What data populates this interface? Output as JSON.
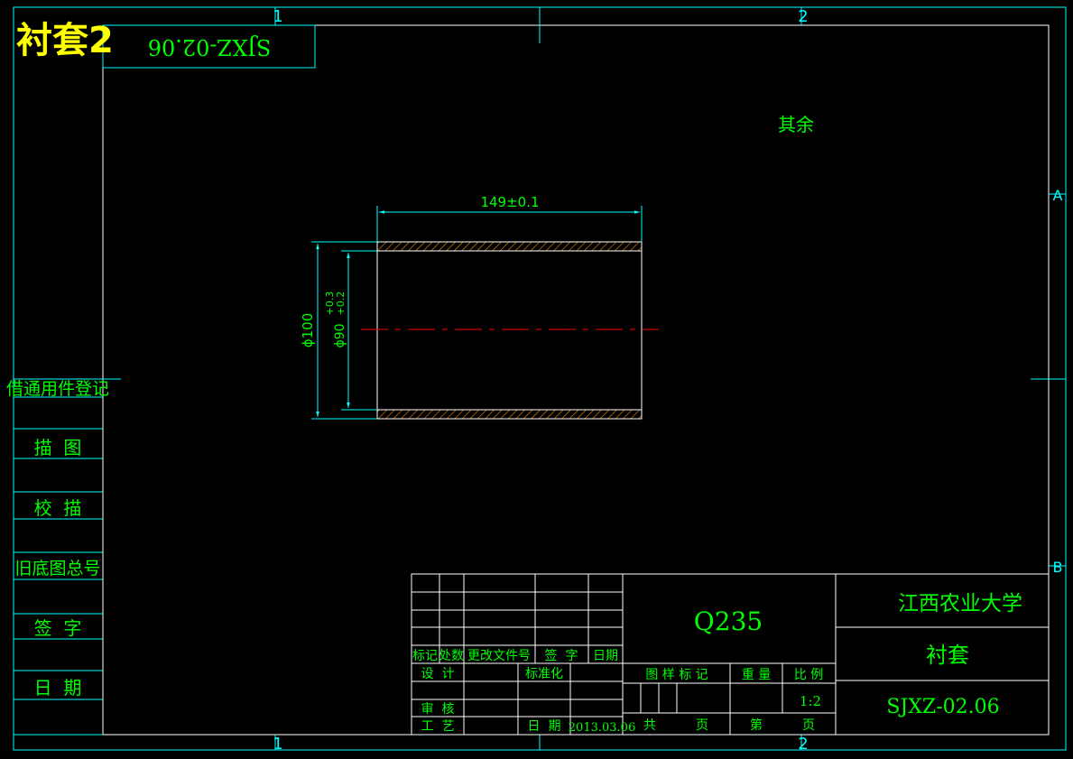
{
  "colors": {
    "background": "#000000",
    "frame": "#00ffff",
    "text": "#00ff00",
    "yellow_text": "#ffff00",
    "centerline": "#ff0000",
    "dimension": "#00ffff",
    "hatch": "#ff8c00",
    "white_text": "#ffffff"
  },
  "overlay_title": "衬套2",
  "mirrored_code": "SJXZ-02.06",
  "border": {
    "top_zones": [
      "1",
      "2"
    ],
    "bottom_zones": [
      "1",
      "2"
    ],
    "right_zones": [
      "A",
      "B"
    ]
  },
  "surface_note": "其余",
  "left_panel": {
    "register": "借通用件登记",
    "rows": [
      "描  图",
      "校  描",
      "旧底图总号",
      "签  字",
      "日  期"
    ]
  },
  "drawing": {
    "length_dim": "149±0.1",
    "outer_dia": "ϕ100",
    "inner_dia": "ϕ90",
    "inner_tol_upper": "+0.3",
    "inner_tol_lower": "+0.2"
  },
  "title_block": {
    "material": "Q235",
    "university": "江西农业大学",
    "part_name": "衬套",
    "drawing_no": "SJXZ-02.06",
    "rev_headers": [
      "标记",
      "处数",
      "更改文件号",
      "签  字",
      "日期"
    ],
    "design": "设  计",
    "standardize": "标准化",
    "review": "审  核",
    "process": "工  艺",
    "date_label": "日  期",
    "date_value": "2013.03.06",
    "stage_label": "图 样 标 记",
    "weight_label": "重 量",
    "scale_label": "比 例",
    "scale_value": "1:2",
    "total_label": "共",
    "sheet_label": "页",
    "number_label": "第",
    "page_label": "页"
  }
}
